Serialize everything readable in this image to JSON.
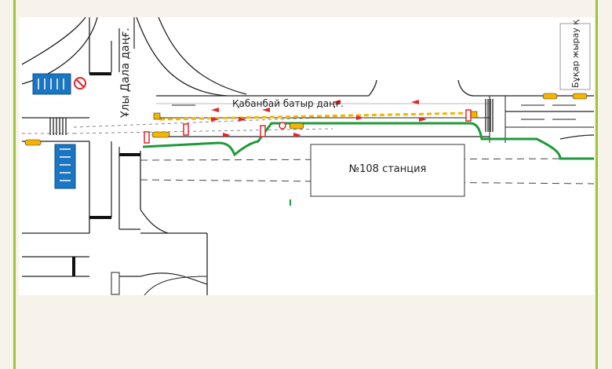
{
  "streets": {
    "uly_dala": "Ұлы Дала даңғ.",
    "kabanbay": "Қабанбай батыр даңғ.",
    "bukhar": "Бұқар жырау қ"
  },
  "station": {
    "label": "№108 станция"
  },
  "colors": {
    "frame_green": "#9bc53d",
    "route_green": "#1f9a3a",
    "sign_blue": "#1a76c2",
    "arrow_red": "#e0262b",
    "marker_yellow": "#f4b400",
    "road_line": "#222222"
  }
}
